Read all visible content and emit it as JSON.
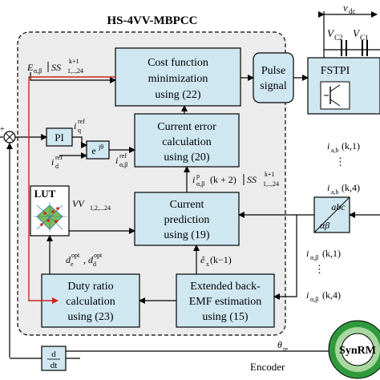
{
  "title": "HS-4VV-MBPCC",
  "blocks": {
    "cost_function": [
      "Cost function",
      "minimization",
      "using (22)"
    ],
    "current_error": [
      "Current error",
      "calculation",
      "using (20)"
    ],
    "prediction": [
      "Current",
      "prediction",
      "using (19)"
    ],
    "duty_ratio": [
      "Duty ratio",
      "calculation",
      "using (23)"
    ],
    "back_emf": [
      "Extended back-",
      "EMF estimation",
      "using (15)"
    ],
    "pulse": [
      "Pulse",
      "signal"
    ],
    "fstpi": "FSTPI",
    "pi": "PI",
    "lut": "LUT",
    "ddt_top": "d",
    "ddt_bottom": "dt",
    "transform_top": "abc",
    "transform_bottom": "αβ",
    "machine": "SynRM"
  },
  "signals": {
    "cost_input_label": "E",
    "cost_input_sub": "α,β",
    "cost_input_set": "SS",
    "cost_input_sup": "k+1",
    "cost_input_sub2": "1,..,24",
    "iq_ref": "i",
    "iq_ref_sup": "ref",
    "iq_ref_sub": "q",
    "id_ref": "i",
    "id_ref_sup": "ref",
    "id_ref_sub": "d",
    "ialpha_ref": "i",
    "ialpha_ref_sup": "ref",
    "ialpha_ref_sub": "α,β",
    "rotation": "e",
    "rotation_sup": "jθ",
    "ip_label": "i",
    "ip_sup": "p",
    "ip_sub": "α,β",
    "ip_arg": "(k + 2)",
    "ip_set": "SS",
    "ip_set_sup": "k+1",
    "ip_set_sub": "1,..,24",
    "vv": "VV",
    "vv_sub": "1,2,...24",
    "dopt": "d",
    "dopt_sub_e": "e",
    "dopt_sub_d": "d",
    "dopt_sup": "opt",
    "ehat": "ê",
    "ehat_sub": "x",
    "ehat_arg": "(k−1)",
    "iab_k1": "i",
    "iab_k1_sub": "a,b",
    "iab_k1_arg": "(k,1)",
    "dots_1": "⋮",
    "iab_k4": "i",
    "iab_k4_sub": "a,b",
    "iab_k4_arg": "(k,4)",
    "ialpha_k1": "i",
    "ialpha_k1_sub": "α,β",
    "ialpha_k1_arg": "(k,1)",
    "dots_2": "⋮",
    "ialpha_k4": "i",
    "ialpha_k4_sub": "α,β",
    "ialpha_k4_arg": "(k,4)",
    "theta": "θ",
    "theta_sub": "re",
    "encoder": "Encoder",
    "vdc": "v",
    "vdc_sub": "dc",
    "vc2": "V",
    "vc2_sub": "C2",
    "vc1": "V",
    "vc1_sub": "C1"
  },
  "colors": {
    "block_fill": "#cfe7f0",
    "frame_fill": "#ececec",
    "feedback_line": "#d0201a",
    "motor_ring": "#2f9a3c"
  }
}
